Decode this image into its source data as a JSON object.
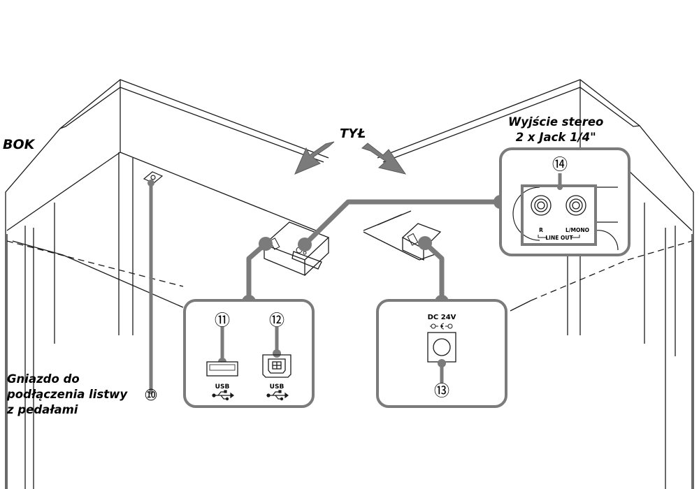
{
  "labels": {
    "side": "BOK",
    "back": "TYŁ",
    "stereo_line1": "Wyjście stereo",
    "stereo_line2": "2 x Jack 1/4\"",
    "pedal_line1": "Gniazdo do",
    "pedal_line2": "podłączenia listwy",
    "pedal_line3": "z pedałami"
  },
  "callouts": {
    "n10": "⑩",
    "n11": "⑪",
    "n12": "⑫",
    "n13": "⑬",
    "n14": "⑭"
  },
  "connectors": {
    "usb_a": "USB",
    "usb_b": "USB",
    "dc": "DC 24V",
    "line_out": "LINE OUT",
    "line_out_r": "R",
    "line_out_l": "L/MONO"
  },
  "colors": {
    "line": "#1a1a1a",
    "callout": "#7b7b7b",
    "arrow": "#7b7b7b"
  }
}
